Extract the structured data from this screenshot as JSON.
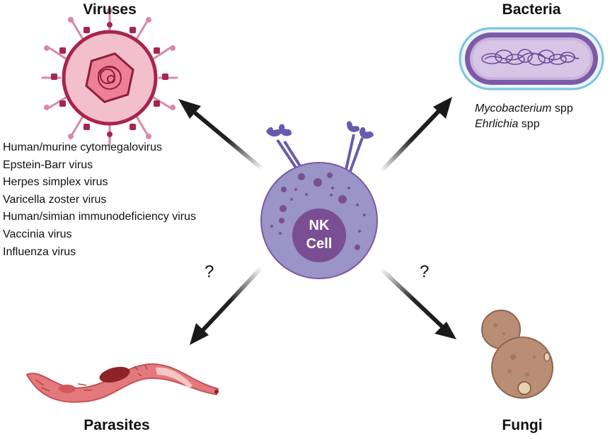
{
  "diagram": {
    "center": {
      "label_line1": "NK",
      "label_line2": "Cell",
      "fill": "#9a94c8",
      "nucleus_fill": "#7a4e93"
    },
    "viruses": {
      "title": "Viruses",
      "items": [
        "Human/murine cytomegalovirus",
        "Epstein-Barr virus",
        "Herpes simplex virus",
        "Varicella zoster virus",
        "Human/simian immunodeficiency virus",
        "Vaccinia virus",
        "Influenza virus"
      ]
    },
    "bacteria": {
      "title": "Bacteria",
      "items": [
        {
          "italic": "Mycobacterium",
          "suffix": " spp"
        },
        {
          "italic": "Ehrlichia",
          "suffix": " spp"
        }
      ]
    },
    "parasites": {
      "title": "Parasites",
      "question": "?"
    },
    "fungi": {
      "title": "Fungi",
      "question": "?"
    }
  }
}
